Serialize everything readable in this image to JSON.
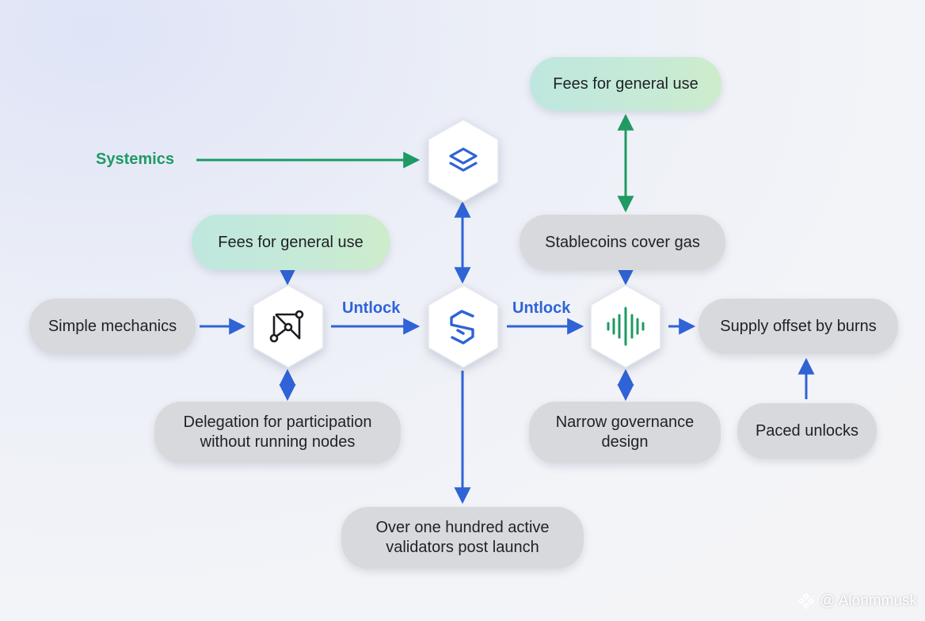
{
  "nodes": {
    "fees_top": "Fees for general use",
    "fees_left": "Fees for general use",
    "stablecoins": "Stablecoins cover gas",
    "simple_mechanics": "Simple mechanics",
    "supply_offset": "Supply offset by burns",
    "delegation_line1": "Delegation for participation",
    "delegation_line2": "without running nodes",
    "narrow_line1": "Narrow governance",
    "narrow_line2": "design",
    "paced_unlocks": "Paced unlocks",
    "validators_line1": "Over one hundred active",
    "validators_line2": "validators post launch"
  },
  "edge_labels": {
    "systemics": "Systemics",
    "untlock_left": "Untlock",
    "untlock_right": "Untlock"
  },
  "icons": {
    "top_hex": "layers-icon",
    "left_hex": "network-graph-icon",
    "center_hex": "s-logo-icon",
    "right_hex": "sound-wave-icon"
  },
  "watermark": "@ Alonmmusk",
  "colors": {
    "arrow_blue": "#2f63d6",
    "arrow_green": "#1f9a62",
    "pill_gray": "#d8d9dc",
    "pill_green": "#c6ead7"
  }
}
